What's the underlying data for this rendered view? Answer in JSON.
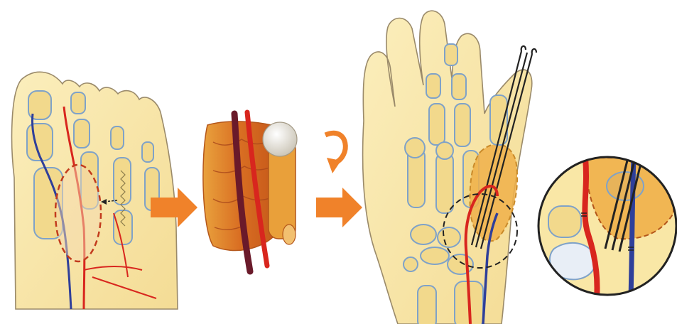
{
  "figure": {
    "panels": [
      {
        "id": "foot",
        "subject": "foot-with-second-toe-graft-outline"
      },
      {
        "id": "graft",
        "subject": "vascularized-joint-graft-with-artery-and-vein"
      },
      {
        "id": "hand",
        "subject": "hand-with-transferred-joint-fixed-by-k-wires"
      },
      {
        "id": "zoom",
        "subject": "magnified-detail-of-vessel-anastomosis"
      }
    ],
    "icons": [
      "arrow-right-icon",
      "arrow-right-icon",
      "rotate-icon",
      "dissection-arrow-icon"
    ],
    "colors": {
      "skin": "#f9e7a6",
      "skin_outline": "#9a8a6a",
      "bone": "#f2d98c",
      "bone_outline": "#7fa2c8",
      "artery": "#d8261e",
      "vein": "#2f3f9a",
      "graft": "#e7902f",
      "arrow": "#f0822a",
      "wire": "#222222",
      "dashed_outline": "#c23b1d"
    }
  }
}
